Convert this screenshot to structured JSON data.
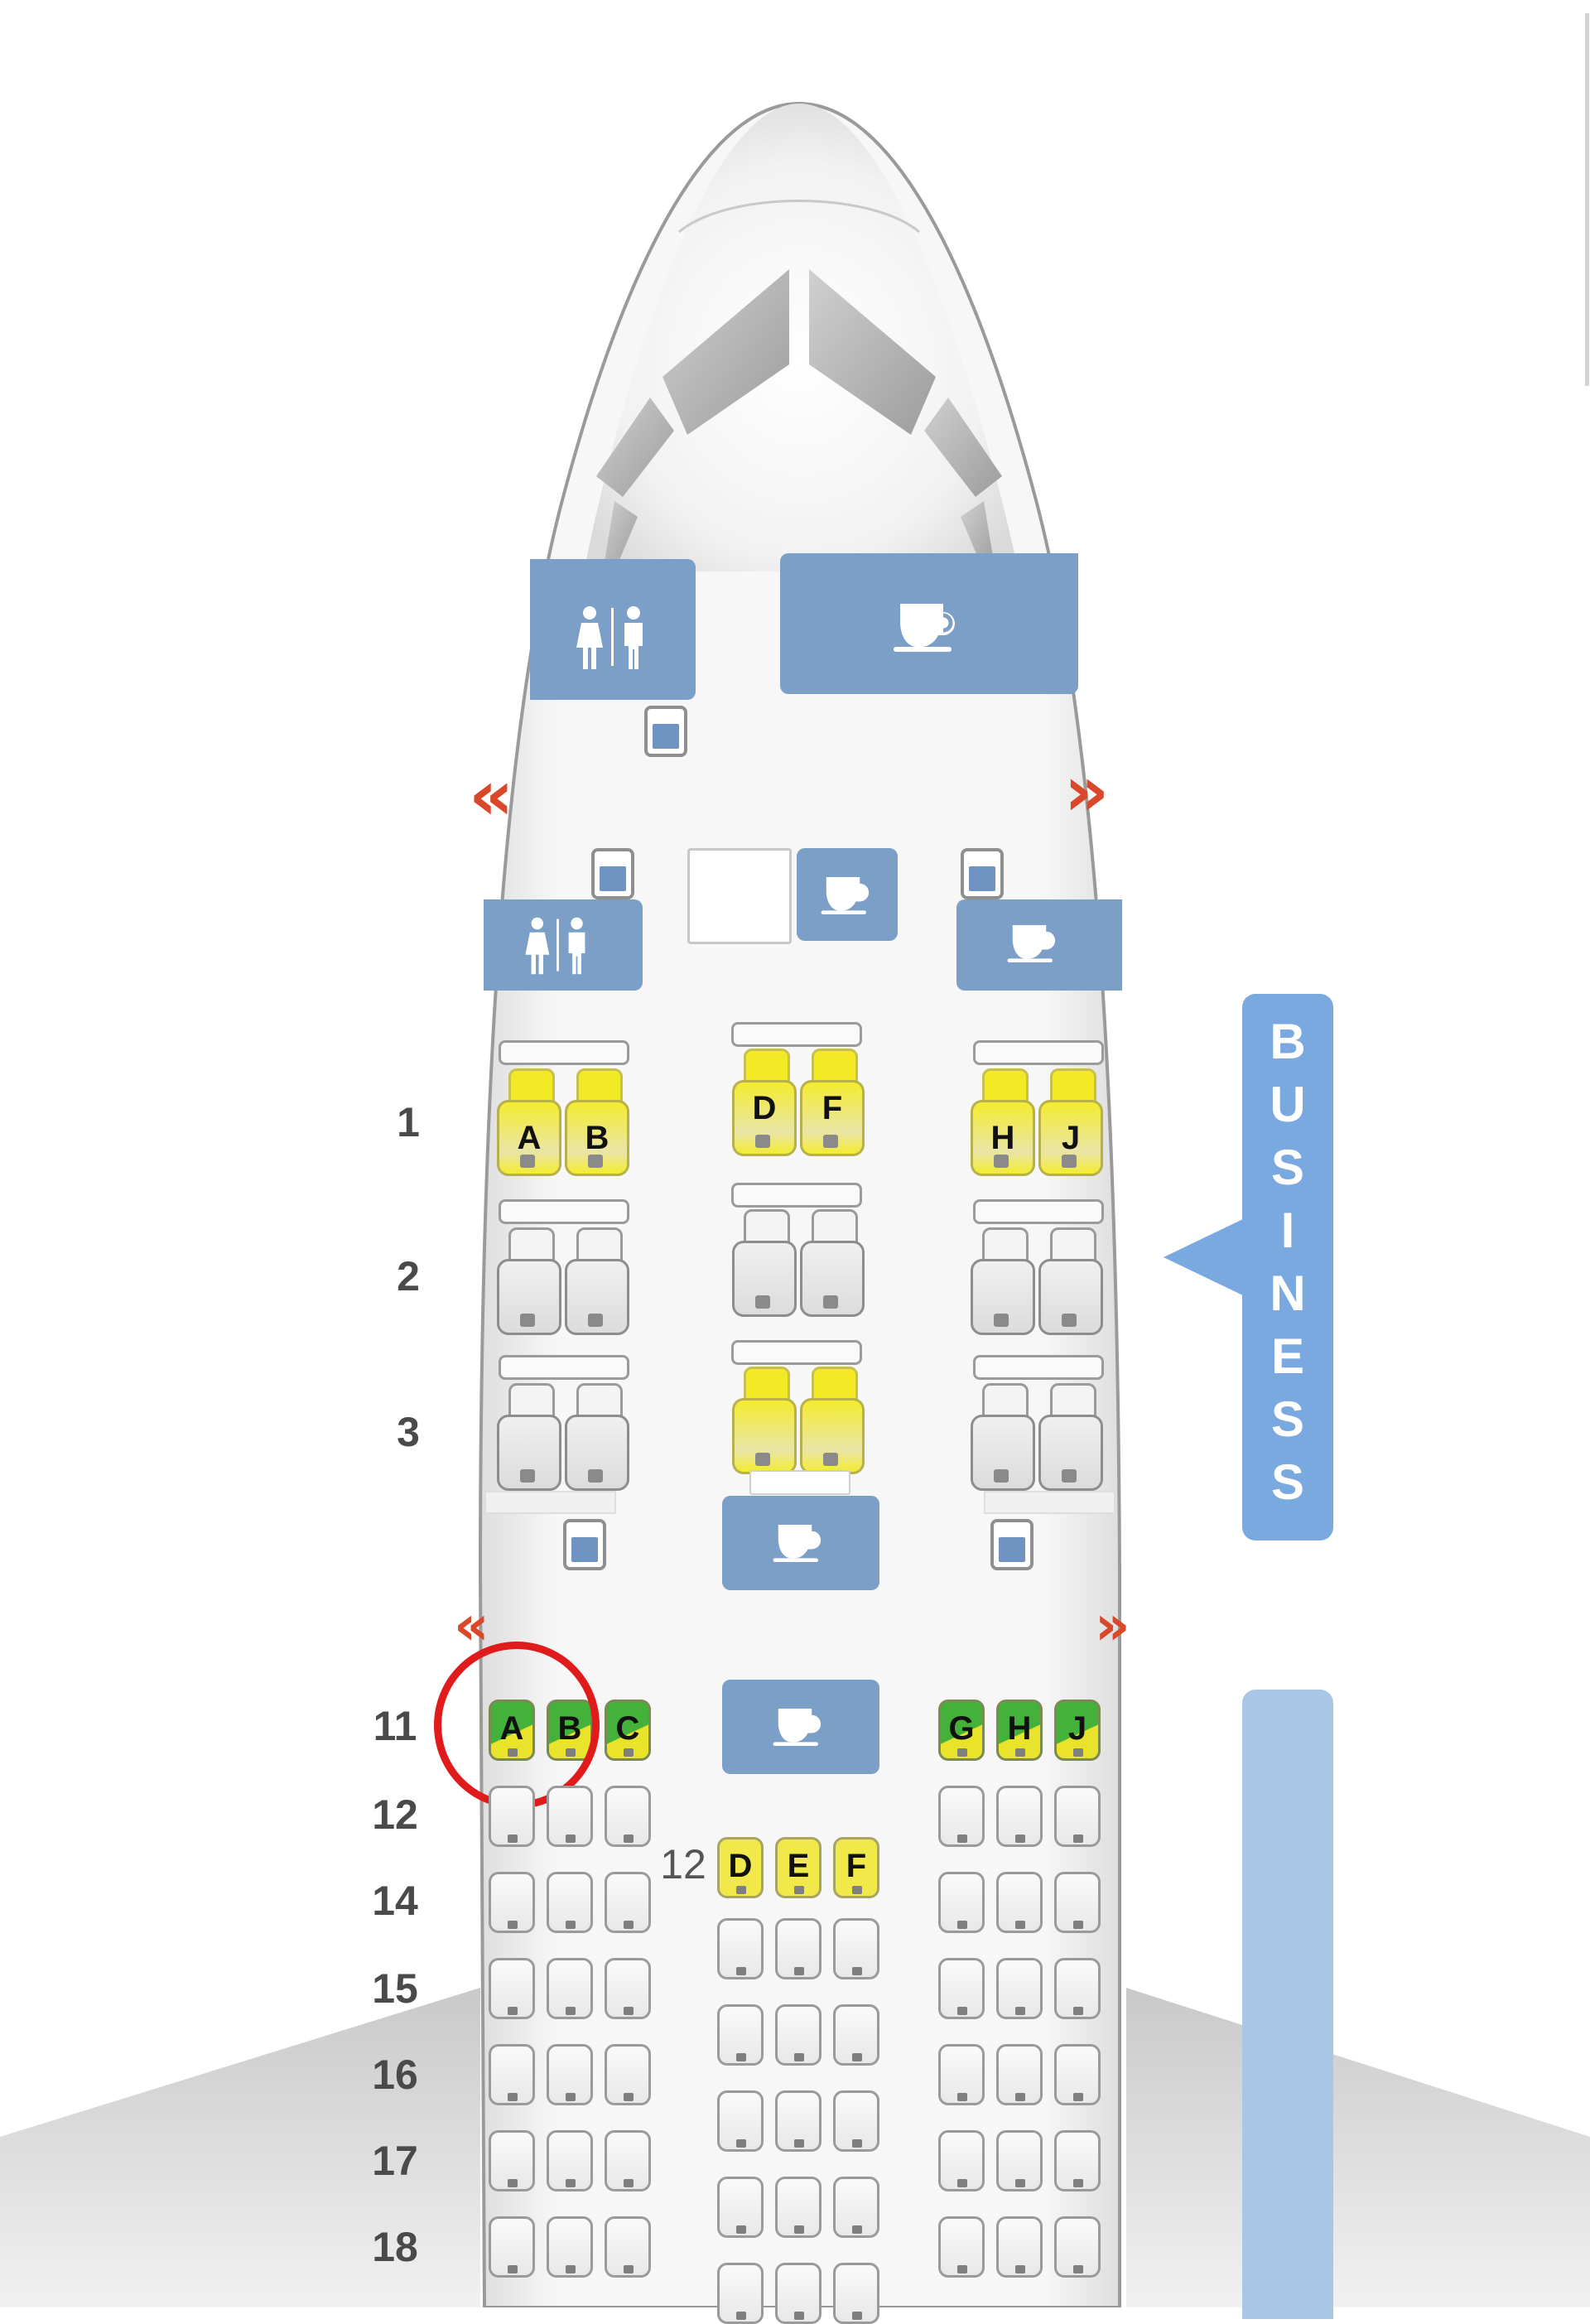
{
  "seatmap": {
    "colors": {
      "fixture_blue": "#7b9fc6",
      "exit_red": "#d9482b",
      "selected_yellow": "#f1e94a",
      "available_green": "#43b13a",
      "highlight_circle": "#e11b1b",
      "business_label": "#79a9df",
      "economy_bar": "#a9c6e6"
    },
    "cabin_labels": {
      "business": "BUSINESS",
      "business_letters": [
        "B",
        "U",
        "S",
        "I",
        "N",
        "E",
        "S",
        "S"
      ]
    },
    "fixtures": {
      "lavatory_icon": "restroom-icon",
      "galley_icon": "coffee-cup-icon",
      "exit_icon": "exit-chevron-icon",
      "closet_icon": "closet-icon"
    },
    "business": {
      "rows": [
        {
          "row": "1",
          "left": [
            {
              "id": "A",
              "label": "A",
              "state": "selected"
            },
            {
              "id": "B",
              "label": "B",
              "state": "selected"
            }
          ],
          "center": [
            {
              "id": "D",
              "label": "D",
              "state": "selected"
            },
            {
              "id": "F",
              "label": "F",
              "state": "selected"
            }
          ],
          "right": [
            {
              "id": "H",
              "label": "H",
              "state": "selected"
            },
            {
              "id": "J",
              "label": "J",
              "state": "selected"
            }
          ]
        },
        {
          "row": "2",
          "left": [
            {
              "id": "A",
              "label": "",
              "state": "default"
            },
            {
              "id": "B",
              "label": "",
              "state": "default"
            }
          ],
          "center": [
            {
              "id": "D",
              "label": "",
              "state": "default"
            },
            {
              "id": "F",
              "label": "",
              "state": "default"
            }
          ],
          "right": [
            {
              "id": "H",
              "label": "",
              "state": "default"
            },
            {
              "id": "J",
              "label": "",
              "state": "default"
            }
          ]
        },
        {
          "row": "3",
          "left": [
            {
              "id": "A",
              "label": "",
              "state": "default"
            },
            {
              "id": "B",
              "label": "",
              "state": "default"
            }
          ],
          "center": [
            {
              "id": "D",
              "label": "",
              "state": "selected"
            },
            {
              "id": "F",
              "label": "",
              "state": "selected"
            }
          ],
          "right": [
            {
              "id": "H",
              "label": "",
              "state": "default"
            },
            {
              "id": "J",
              "label": "",
              "state": "default"
            }
          ]
        }
      ]
    },
    "economy": {
      "row_labels": [
        "11",
        "12",
        "14",
        "15",
        "16",
        "17",
        "18"
      ],
      "center_row_label": "12",
      "row11": {
        "left": [
          {
            "label": "A",
            "state": "green"
          },
          {
            "label": "B",
            "state": "green"
          },
          {
            "label": "C",
            "state": "green"
          }
        ],
        "right": [
          {
            "label": "G",
            "state": "green"
          },
          {
            "label": "H",
            "state": "green"
          },
          {
            "label": "J",
            "state": "green"
          }
        ]
      },
      "row12_center": [
        {
          "label": "D",
          "state": "yellow"
        },
        {
          "label": "E",
          "state": "yellow"
        },
        {
          "label": "F",
          "state": "yellow"
        }
      ],
      "highlighted_seats": [
        "11A",
        "11B"
      ]
    }
  }
}
